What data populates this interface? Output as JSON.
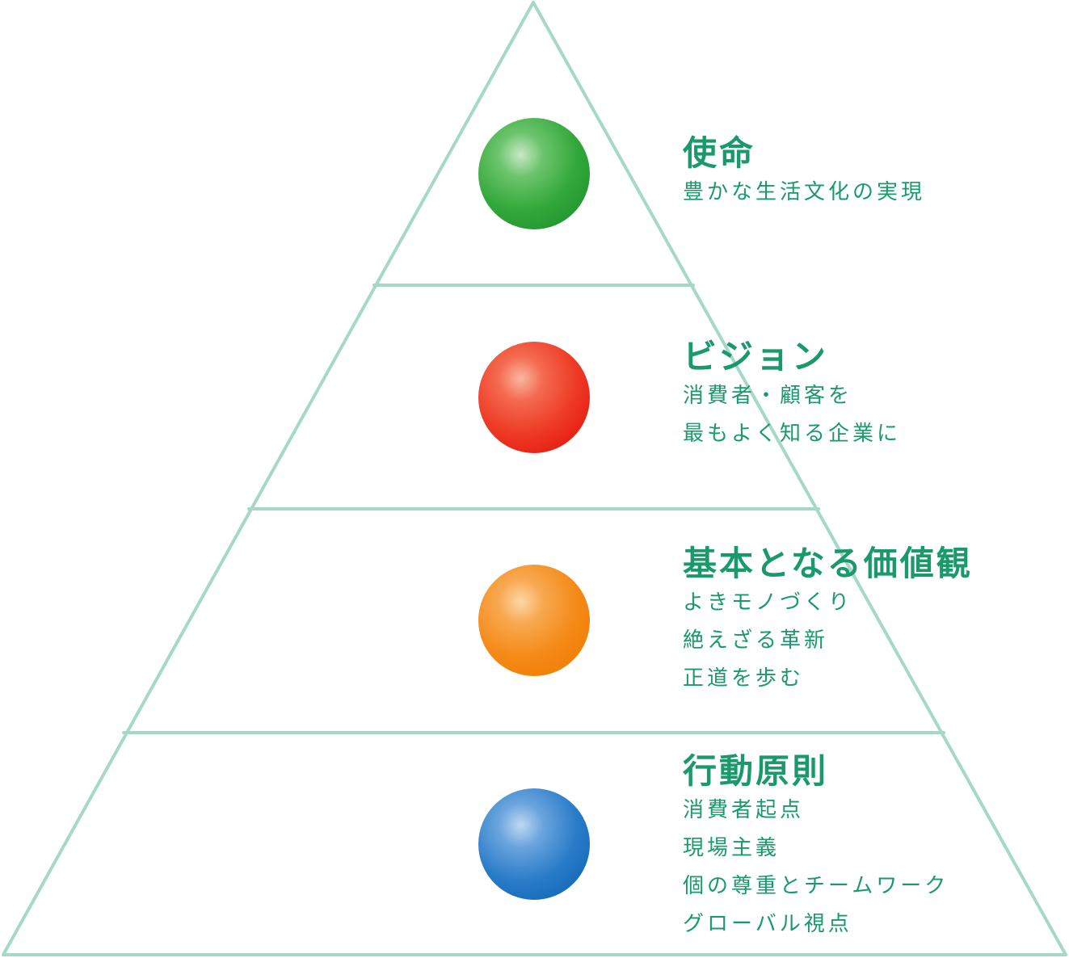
{
  "diagram": {
    "type": "pyramid",
    "line_color": "#a5d9c6",
    "text_color": "#1a9a6a",
    "tiers": [
      {
        "title": "使命",
        "sphere_color": "green",
        "lines": [
          "豊かな生活文化の実現"
        ]
      },
      {
        "title": "ビジョン",
        "sphere_color": "red",
        "lines": [
          "消費者・顧客を",
          "最もよく知る企業に"
        ]
      },
      {
        "title": "基本となる価値観",
        "sphere_color": "orange",
        "lines": [
          "よきモノづくり",
          "絶えざる革新",
          "正道を歩む"
        ]
      },
      {
        "title": "行動原則",
        "sphere_color": "blue",
        "lines": [
          "消費者起点",
          "現場主義",
          "個の尊重とチームワーク",
          "グローバル視点"
        ]
      }
    ]
  }
}
